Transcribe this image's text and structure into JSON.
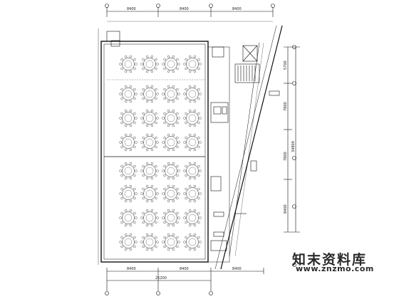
{
  "dimensions": {
    "top": [
      "8400",
      "8400",
      "8400"
    ],
    "bottom": [
      "8400",
      "8400",
      "8400"
    ],
    "bottom_total": "25200",
    "right": [
      "5700",
      "7800",
      "7800",
      "8400"
    ],
    "right_total": "34800"
  },
  "watermark": {
    "logo_text": "知末资料库",
    "url": "www.znzmo.com"
  }
}
